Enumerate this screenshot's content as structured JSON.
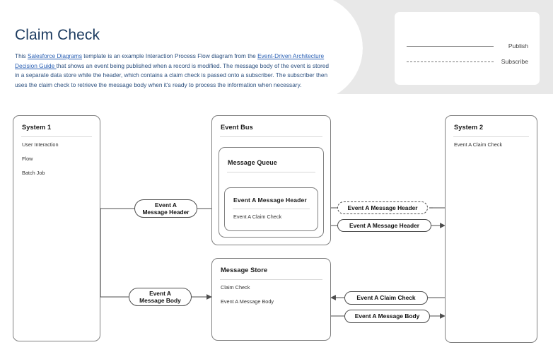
{
  "header": {
    "title": "Claim Check",
    "description_parts": [
      {
        "text": "This ",
        "type": "text"
      },
      {
        "text": "Salesforce Diagrams",
        "type": "link"
      },
      {
        "text": " template is an example Interaction Process Flow diagram from the ",
        "type": "text"
      },
      {
        "text": "Event-Driven Architecture Decision Guide ",
        "type": "link"
      },
      {
        "text": "that shows an event being published when a record is modified.  The message body of the event is stored in a separate data store while the header, which contains a claim check is passed onto a subscriber.  The subscriber then uses the claim check to retrieve the message body when it's ready to process the information when necessary.",
        "type": "text"
      }
    ]
  },
  "legend": {
    "rows": [
      {
        "style": "solid",
        "label": "Publish"
      },
      {
        "style": "dashed",
        "label": "Subscribe"
      }
    ]
  },
  "diagram": {
    "system1": {
      "title": "System 1",
      "items": [
        "User Interaction",
        "Flow",
        "Batch Job"
      ]
    },
    "event_bus": {
      "title": "Event Bus",
      "message_queue": {
        "title": "Message Queue",
        "message_header": {
          "title": "Event A Message Header",
          "items": [
            "Event A Claim Check"
          ]
        }
      }
    },
    "message_store": {
      "title": "Message Store",
      "items": [
        "Claim Check",
        "Event A Message Body"
      ]
    },
    "system2": {
      "title": "System 2",
      "items": [
        "Event A Claim Check"
      ]
    },
    "labels": {
      "header_publish_left": "Event A\nMessage Header",
      "body_publish_left": "Event A\nMessage Body",
      "header_subscribe_right": "Event A  Message Header",
      "header_publish_right": "Event A Message Header",
      "claim_check_right": "Event A Claim Check",
      "message_body_right": "Event A Message Body"
    }
  },
  "colors": {
    "banner_gray": "#e8e8e8",
    "title_navy": "#1b3a5f",
    "body_blue": "#2b4f7e",
    "link_blue": "#2b61b5",
    "box_border": "#808080",
    "connector": "#4d4d4d"
  }
}
